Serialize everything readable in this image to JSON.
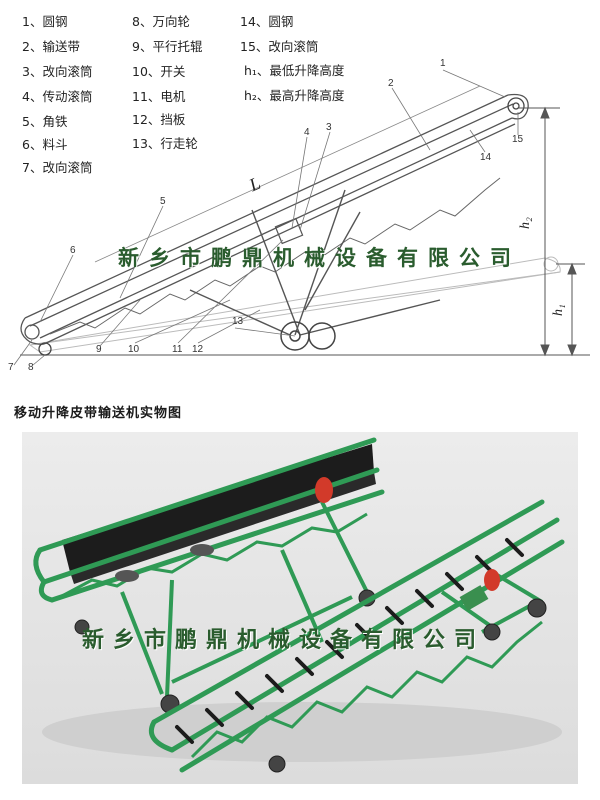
{
  "legend": {
    "col1": [
      "1、圆钢",
      "2、输送带",
      "3、改向滚筒",
      "4、传动滚筒",
      "5、角铁",
      "6、料斗",
      "7、改向滚筒"
    ],
    "col2": [
      "8、万向轮",
      "9、平行托辊",
      "10、开关",
      "11、电机",
      "12、挡板",
      "13、行走轮"
    ],
    "col3": [
      "14、圆钢",
      "15、改向滚筒",
      "h₁、最低升降高度",
      "h₂、最高升降高度"
    ]
  },
  "callouts": [
    "1",
    "2",
    "3",
    "4",
    "5",
    "6",
    "7",
    "8",
    "9",
    "10",
    "11",
    "12",
    "13",
    "14",
    "15"
  ],
  "dimensions": {
    "length": "L",
    "h1": "h₁",
    "h2": "h₂"
  },
  "watermark": "新乡市鹏鼎机械设备有限公司",
  "photo_caption": "移动升降皮带输送机实物图",
  "colors": {
    "frame_green": "#2f9a55",
    "belt": "#1c1c1c",
    "motor_red": "#d23a2a",
    "line": "#555555"
  }
}
